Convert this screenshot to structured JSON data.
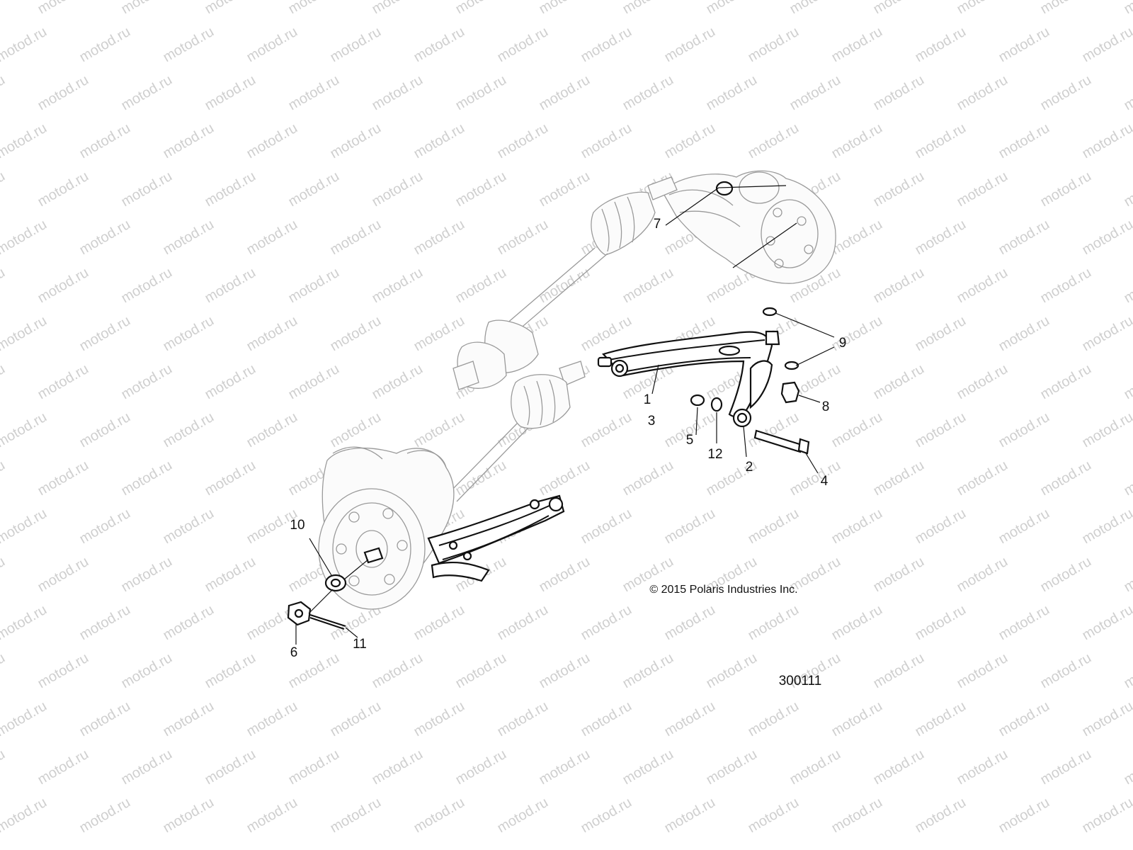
{
  "watermark": {
    "text": "motod.ru",
    "color": "#cfcfcf"
  },
  "callouts": [
    "1",
    "2",
    "3",
    "4",
    "5",
    "6",
    "7",
    "8",
    "9",
    "10",
    "11",
    "12"
  ],
  "copyright": "© 2015 Polaris Industries Inc.",
  "part_number": "300111",
  "colors": {
    "line": "#111111",
    "ghost": "#9a9a9a",
    "background": "#ffffff"
  }
}
